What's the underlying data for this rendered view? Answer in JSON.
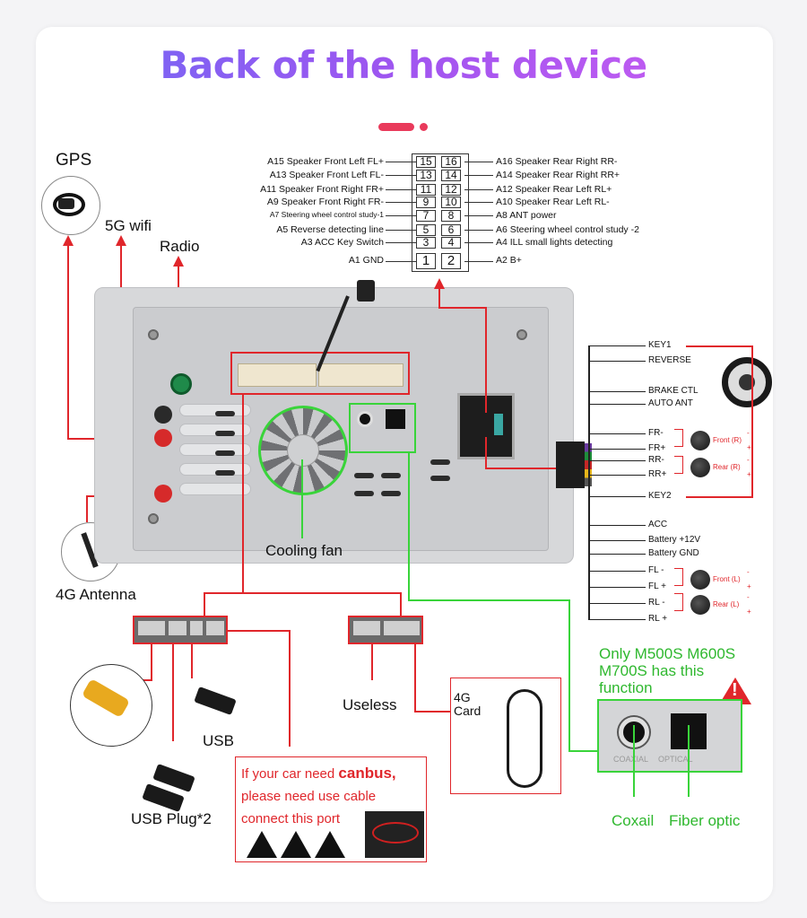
{
  "title": "Back of the host device",
  "colors": {
    "title_start": "#6b6bf5",
    "title_end": "#cf5ef2",
    "accent_red": "#e0262b",
    "accent_green": "#39d43a",
    "divider": "#e93a5b"
  },
  "pin_connector": {
    "left": [
      {
        "code": "A15",
        "label": "Speaker Front Left FL+",
        "pin": "15"
      },
      {
        "code": "A13",
        "label": "Speaker Front Left FL-",
        "pin": "13"
      },
      {
        "code": "A11",
        "label": "Speaker Front Right FR+",
        "pin": "11"
      },
      {
        "code": "A9",
        "label": "Speaker Front Right FR-",
        "pin": "9"
      },
      {
        "code": "A7",
        "label": "Steering wheel control study-1",
        "pin": "7"
      },
      {
        "code": "A5",
        "label": "Reverse detecting line",
        "pin": "5"
      },
      {
        "code": "A3",
        "label": "ACC Key Switch",
        "pin": "3"
      },
      {
        "code": "A1",
        "label": "GND",
        "pin": "1"
      }
    ],
    "right": [
      {
        "code": "A16",
        "label": "Speaker Rear Right RR-",
        "pin": "16"
      },
      {
        "code": "A14",
        "label": "Speaker Rear Right RR+",
        "pin": "14"
      },
      {
        "code": "A12",
        "label": "Speaker Rear Left RL+",
        "pin": "12"
      },
      {
        "code": "A10",
        "label": "Speaker Rear Left RL-",
        "pin": "10"
      },
      {
        "code": "A8",
        "label": "ANT power",
        "pin": "8"
      },
      {
        "code": "A6",
        "label": "Steering wheel control study -2",
        "pin": "6"
      },
      {
        "code": "A4",
        "label": "ILL small lights detecting",
        "pin": "4"
      },
      {
        "code": "A2",
        "label": "B+",
        "pin": "2"
      }
    ]
  },
  "left_labels": {
    "gps": "GPS",
    "wifi": "5G wifi",
    "radio": "Radio",
    "antenna_4g": "4G Antenna",
    "cooling_fan": "Cooling fan"
  },
  "harness": {
    "wires": [
      "KEY1",
      "REVERSE",
      "BRAKE CTL",
      "AUTO ANT",
      "FR-",
      "FR+",
      "RR-",
      "RR+",
      "KEY2",
      "ACC",
      "Battery +12V",
      "Battery GND",
      "FL -",
      "FL +",
      "RL -",
      "RL +"
    ],
    "speakers": [
      {
        "label": "Front (R)",
        "minus": "-",
        "plus": "+"
      },
      {
        "label": "Rear (R)",
        "minus": "-",
        "plus": "+"
      },
      {
        "label": "Front (L)",
        "minus": "-",
        "plus": "+"
      },
      {
        "label": "Rear (L)",
        "minus": "-",
        "plus": "+"
      }
    ]
  },
  "bottom": {
    "usb": "USB",
    "usb_plug": "USB Plug*2",
    "useless": "Useless",
    "card_4g_line1": "4G",
    "card_4g_line2": "Card",
    "canbus": {
      "line1_pre": "If your car need ",
      "line1_bold": "canbus,",
      "line2": "please need use cable",
      "line3": "connect this port"
    }
  },
  "optical": {
    "note_line1": "Only M500S M600S",
    "note_line2": "M700S has this",
    "note_line3": "function",
    "warning": "!",
    "panel_left": "COAXIAL",
    "panel_right": "OPTICAL",
    "coaxial_label": "Coxail",
    "fiber_label": "Fiber optic"
  }
}
